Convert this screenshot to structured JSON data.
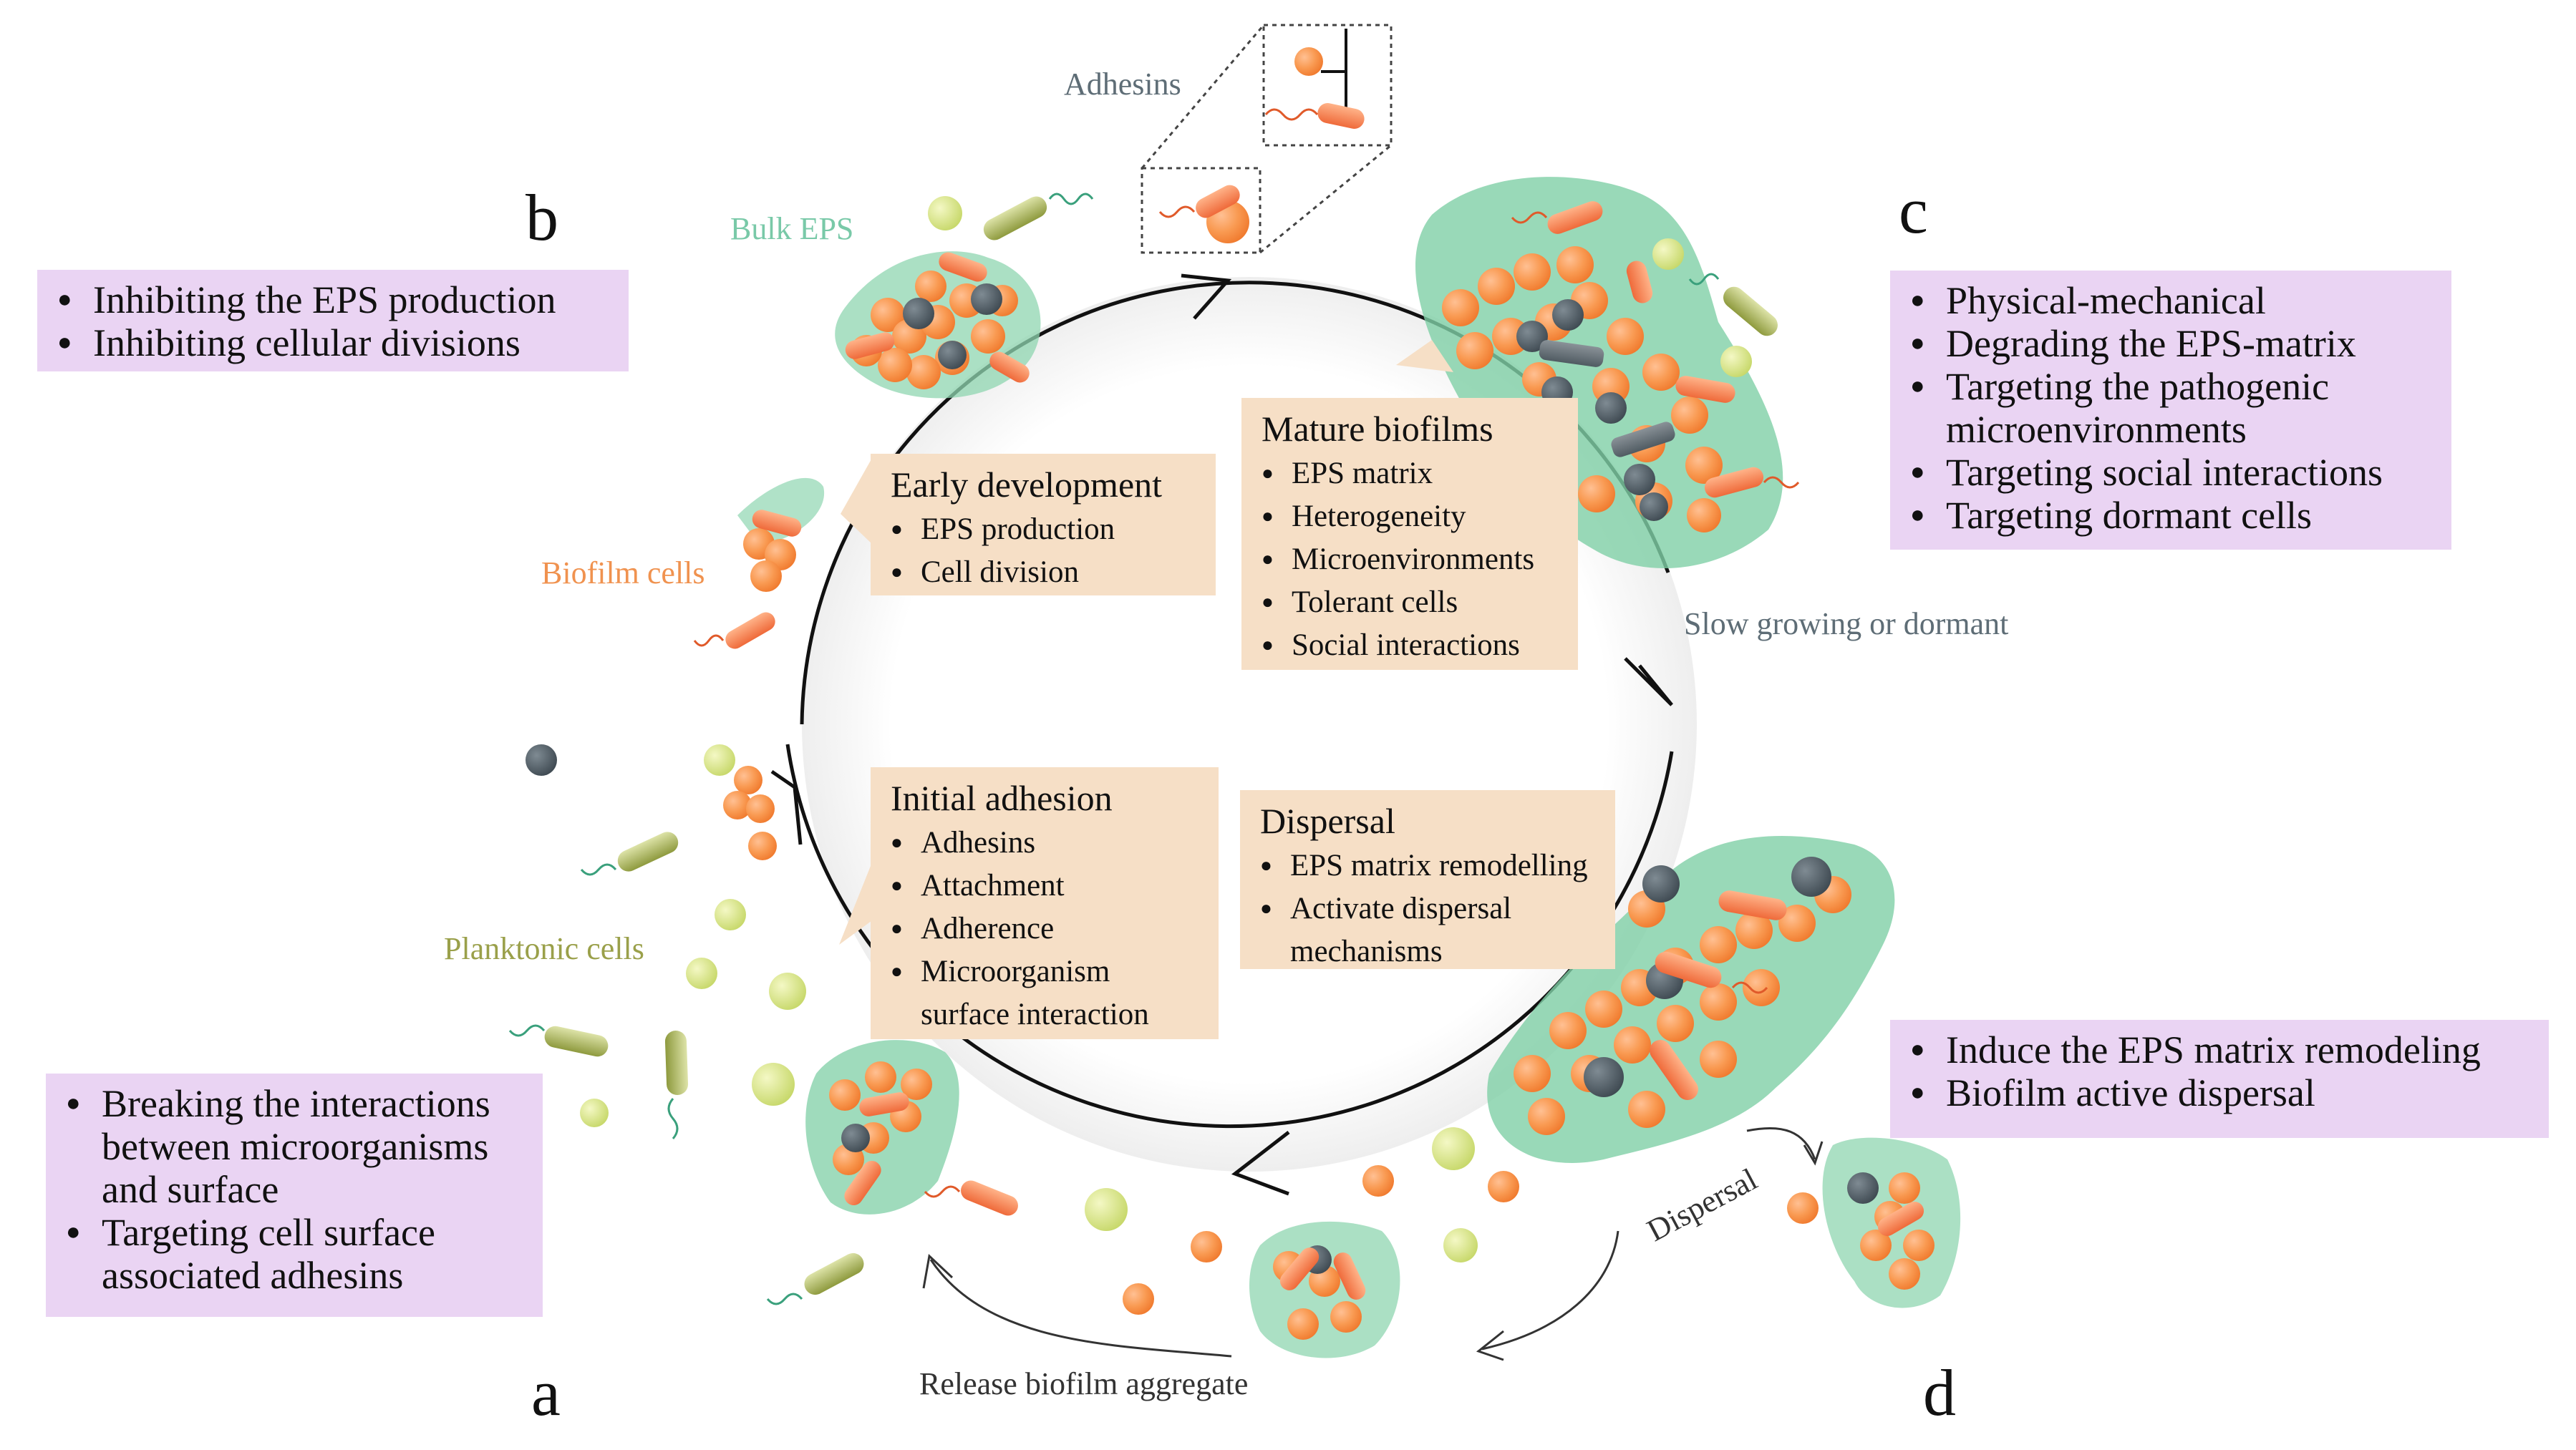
{
  "panels": {
    "a": {
      "letter": "a",
      "items": [
        "Breaking the interactions\nbetween microorganisms\nand surface",
        "Targeting cell surface\n associated adhesins"
      ]
    },
    "b": {
      "letter": "b",
      "items": [
        "Inhibiting the EPS production",
        "Inhibiting cellular divisions"
      ]
    },
    "c": {
      "letter": "c",
      "items": [
        "Physical-mechanical",
        "Degrading the EPS-matrix",
        "Targeting the pathogenic\n microenvironments",
        "Targeting social interactions",
        "Targeting dormant cells"
      ]
    },
    "d": {
      "letter": "d",
      "items": [
        "Induce the EPS matrix remodeling",
        "Biofilm active dispersal"
      ]
    }
  },
  "stages": {
    "early": {
      "title": "Early development",
      "items": [
        "EPS production",
        "Cell division"
      ]
    },
    "mature": {
      "title": "Mature biofilms",
      "items": [
        "EPS matrix",
        "Heterogeneity",
        "Microenvironments",
        "Tolerant cells",
        "Social interactions"
      ]
    },
    "initial": {
      "title": "Initial adhesion",
      "items": [
        "Adhesins",
        "Attachment",
        "Adherence",
        "Microorganism\n surface interaction"
      ]
    },
    "dispersal": {
      "title": "Dispersal",
      "items": [
        "EPS matrix remodelling",
        "Activate dispersal\n mechanisms"
      ]
    }
  },
  "labels": {
    "adhesins": "Adhesins",
    "bulk_eps": "Bulk EPS",
    "biofilm_cells": "Biofilm cells",
    "planktonic_cells": "Planktonic cells",
    "slow_growing": "Slow growing or dormant",
    "release_aggregate": "Release biofilm aggregate",
    "dispersal_arrow": "Dispersal"
  },
  "colors": {
    "strategy_box": "#ead4f3",
    "stage_box": "#f6dfc6",
    "eps_matrix": "#7fcfa6",
    "biofilm_cell": "#f7964f",
    "planktonic_cell": "#cfe07a",
    "dormant_cell": "#4d5a63",
    "label_teal": "#79c9a8",
    "label_orange": "#f0924f",
    "label_olive": "#9aa04a",
    "label_gray": "#5e6d76"
  }
}
